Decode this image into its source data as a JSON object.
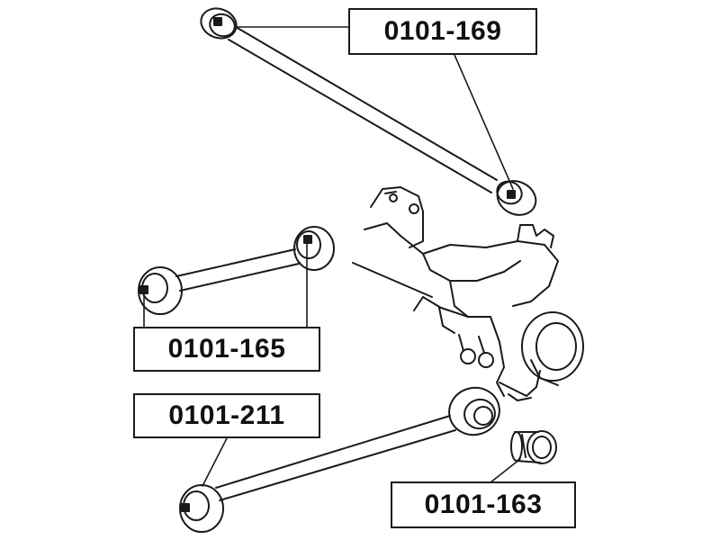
{
  "labels": {
    "part_169": "0101-169",
    "part_165": "0101-165",
    "part_211": "0101-211",
    "part_163": "0101-163"
  },
  "colors": {
    "line": "#1a1a1a",
    "background": "#ffffff"
  }
}
